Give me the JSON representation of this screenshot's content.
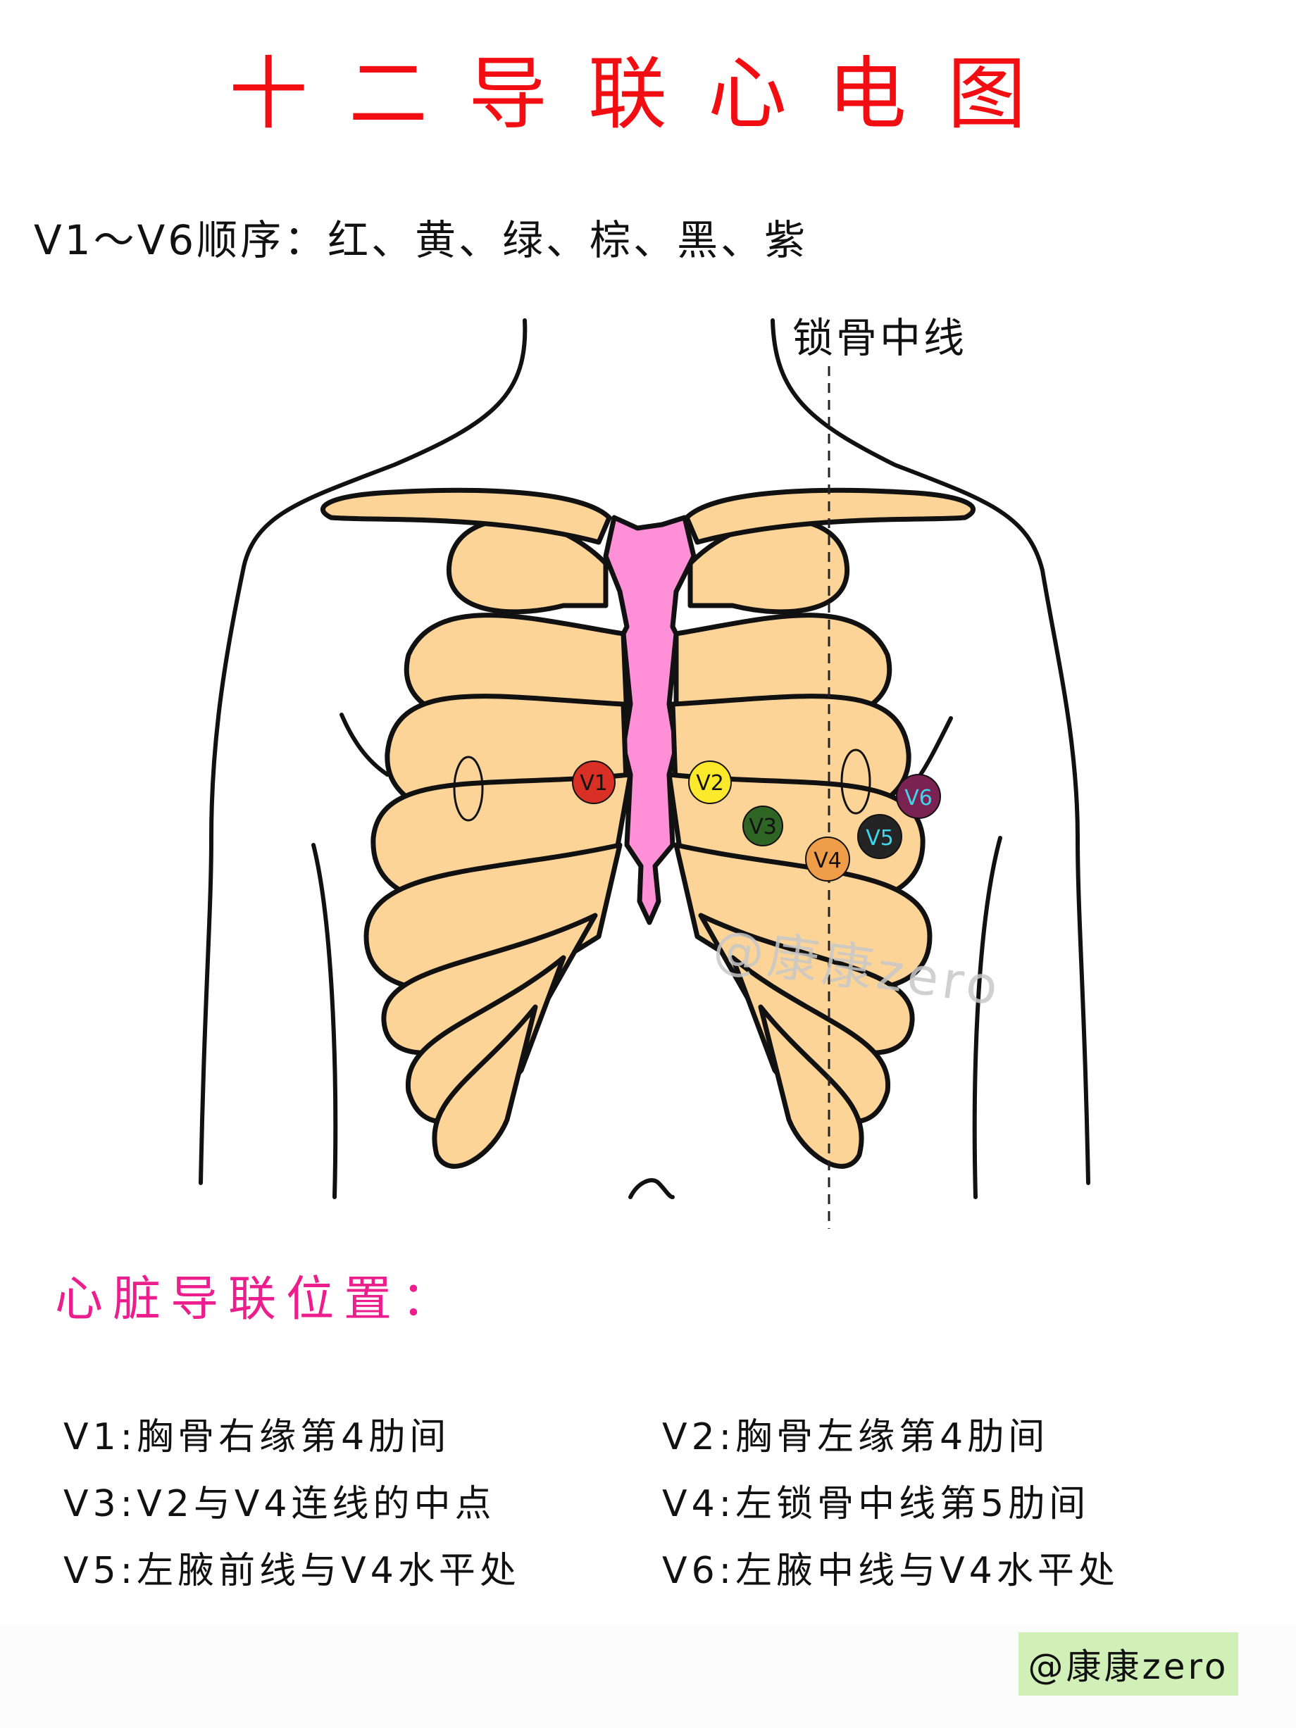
{
  "title": "十二导联心电图",
  "color_order": {
    "label": "V1～V6顺序：红、黄、绿、棕、黑、紫"
  },
  "diagram": {
    "midclavicular_label": "锁骨中线",
    "watermark": "@康康zero",
    "colors": {
      "rib": "#fdd497",
      "sternum": "#ff8fd6",
      "outline": "#111111"
    },
    "electrodes": [
      {
        "label": "V1",
        "color": "#d93025",
        "text_color": "#111111"
      },
      {
        "label": "V2",
        "color": "#fde92c",
        "text_color": "#111111"
      },
      {
        "label": "V3",
        "color": "#2f6524",
        "text_color": "#111111"
      },
      {
        "label": "V4",
        "color": "#ef9d48",
        "text_color": "#111111"
      },
      {
        "label": "V5",
        "color": "#242424",
        "text_color": "#3fd6ec"
      },
      {
        "label": "V6",
        "color": "#7a2252",
        "text_color": "#3fd6ec"
      }
    ]
  },
  "positions": {
    "heading": "心脏导联位置：",
    "items": [
      {
        "lead": "V1",
        "text": "V1:胸骨右缘第4肋间"
      },
      {
        "lead": "V2",
        "text": "V2:胸骨左缘第4肋间"
      },
      {
        "lead": "V3",
        "text": "V3:V2与V4连线的中点"
      },
      {
        "lead": "V4",
        "text": "V4:左锁骨中线第5肋间"
      },
      {
        "lead": "V5",
        "text": "V5:左腋前线与V4水平处"
      },
      {
        "lead": "V6",
        "text": "V6:左腋中线与V4水平处"
      }
    ]
  },
  "author_badge": "@康康zero"
}
